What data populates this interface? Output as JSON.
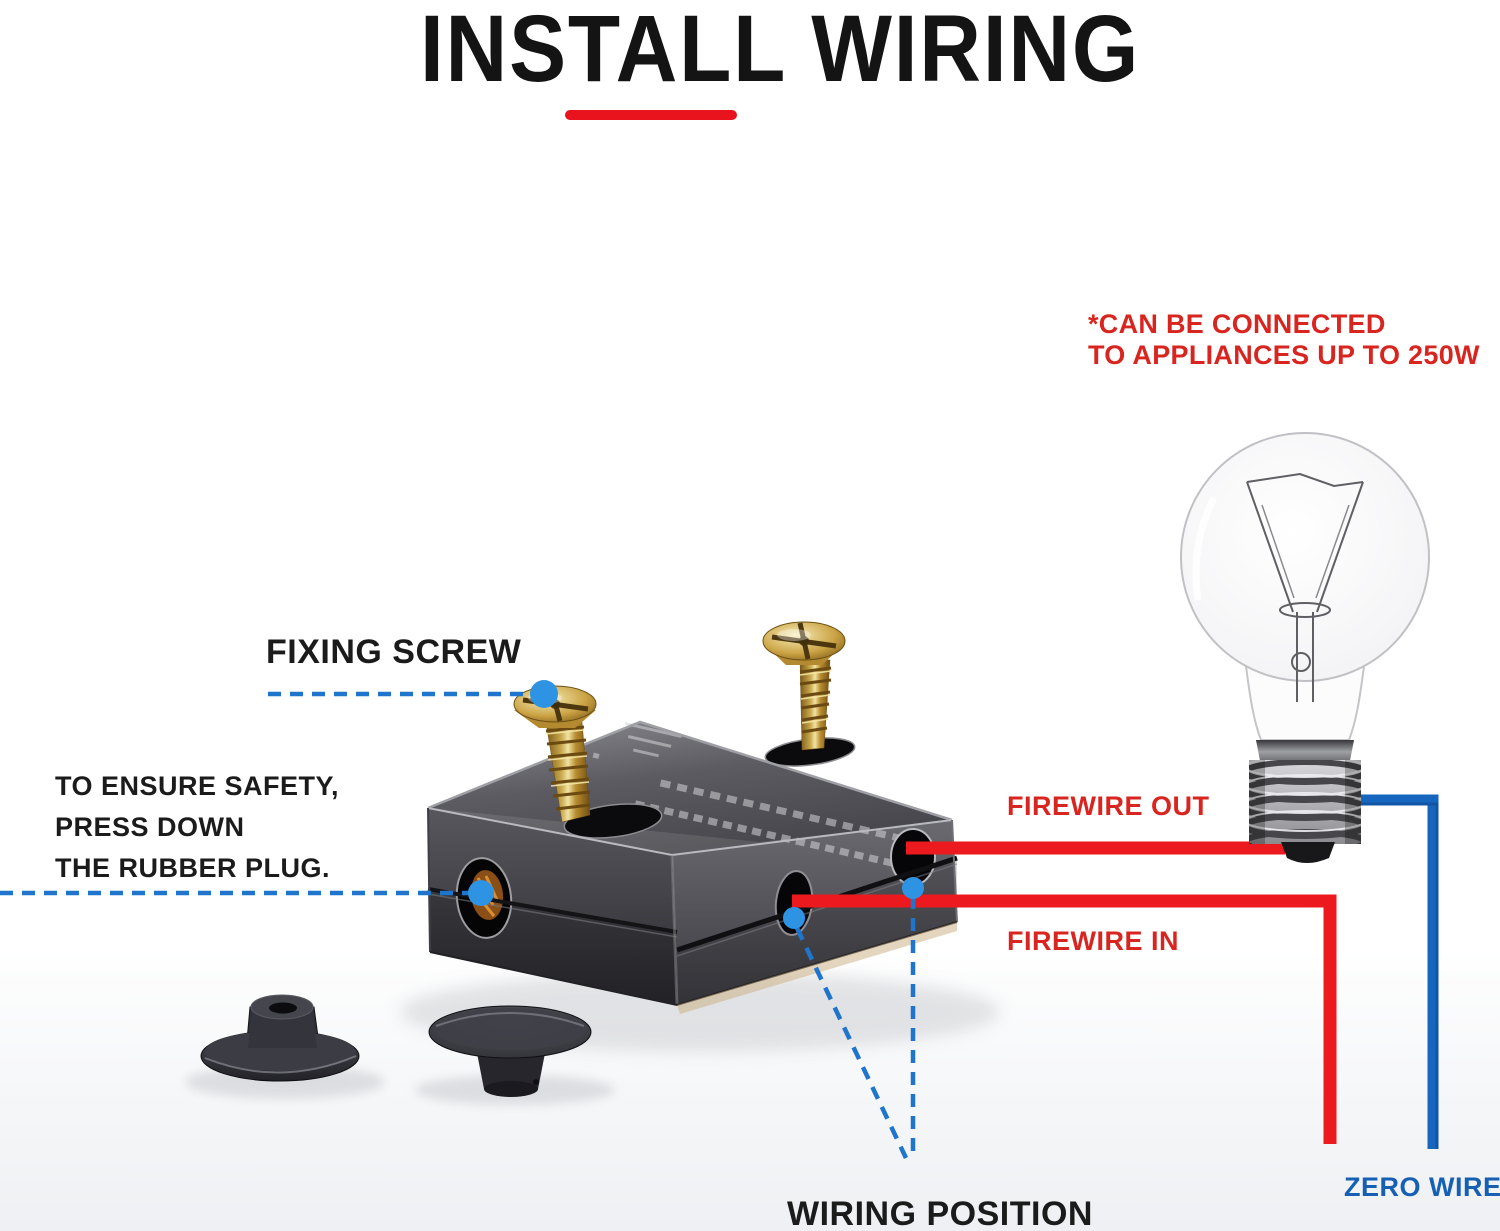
{
  "title": "INSTALL WIRING",
  "note": {
    "line1": "*CAN BE CONNECTED",
    "line2": "TO APPLIANCES UP TO 250W"
  },
  "labels": {
    "fixing_screw": "FIXING SCREW",
    "safety": {
      "line1": "TO ENSURE SAFETY,",
      "line2": "PRESS DOWN",
      "line3": "THE RUBBER PLUG."
    },
    "firewire_out": "FIREWIRE OUT",
    "firewire_in": "FIREWIRE IN",
    "zero_wire": "ZERO WIRE",
    "wiring_position": "WIRING POSITION"
  },
  "colors": {
    "red_wire": "#ec1a1e",
    "red_text": "#d9251f",
    "red_underline": "#e8131c",
    "blue_wire": "#1766bd",
    "blue_text": "#1660b4",
    "blue_dashed": "#1f74cc",
    "blue_dot": "#2f93e3",
    "black_text": "#1b1b1b"
  }
}
